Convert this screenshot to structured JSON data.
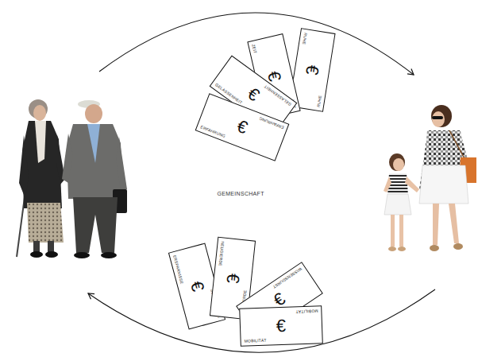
{
  "diagram": {
    "nodes": [
      {
        "text": [
          "ERFAHRUNG",
          "€",
          "ERFAHRUNG"
        ]
      },
      {
        "text": [
          "GELASSENHEIT",
          "€",
          "GELASSENHEIT"
        ]
      },
      {
        "text": [
          "ZEIT",
          "€",
          "ZEIT"
        ]
      },
      {
        "text": [
          "RUHE",
          "€",
          "RUHE"
        ]
      },
      {
        "text": [
          "ERSPARNISSE",
          "€",
          "ERSPARNISSE"
        ]
      },
      {
        "text": [
          "NEUGIERDE",
          "€",
          "NEUGIERDE"
        ]
      },
      {
        "text": [
          "WISSENSDURST",
          "€",
          "WISSENSDURST"
        ]
      },
      {
        "text": [
          "MOBILITÄT",
          "€",
          "MOBILITÄT"
        ]
      }
    ],
    "labels": [
      "GEMEINSCHAFT"
    ]
  }
}
